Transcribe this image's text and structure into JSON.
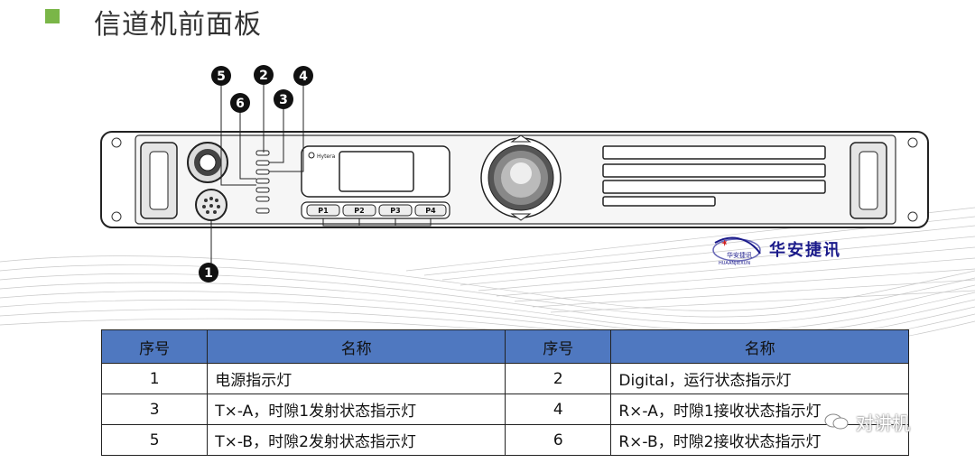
{
  "slide": {
    "title": "信道机前面板"
  },
  "panel": {
    "callouts": [
      "1",
      "2",
      "3",
      "4",
      "5",
      "6"
    ],
    "screen_brand": "Hytera",
    "function_keys": [
      "P1",
      "P2",
      "P3",
      "P4"
    ]
  },
  "logo": {
    "name": "华安捷讯",
    "pinyin": "HUAANJIEXUN",
    "small": "华安捷讯"
  },
  "table": {
    "headers": [
      "序号",
      "名称",
      "序号",
      "名称"
    ],
    "rows": [
      {
        "num1": "1",
        "name1": "电源指示灯",
        "num2": "2",
        "name2": "Digital，运行状态指示灯"
      },
      {
        "num1": "3",
        "name1": "T×-A，时隙1发射状态指示灯",
        "num2": "4",
        "name2": "R×-A，时隙1接收状态指示灯"
      },
      {
        "num1": "5",
        "name1": "T×-B，时隙2发射状态指示灯",
        "num2": "6",
        "name2": "R×-B，时隙2接收状态指示灯"
      }
    ]
  },
  "watermark": {
    "text": "对讲机"
  },
  "colors": {
    "accent": "#7ab648",
    "table_header": "#4f78c0"
  }
}
